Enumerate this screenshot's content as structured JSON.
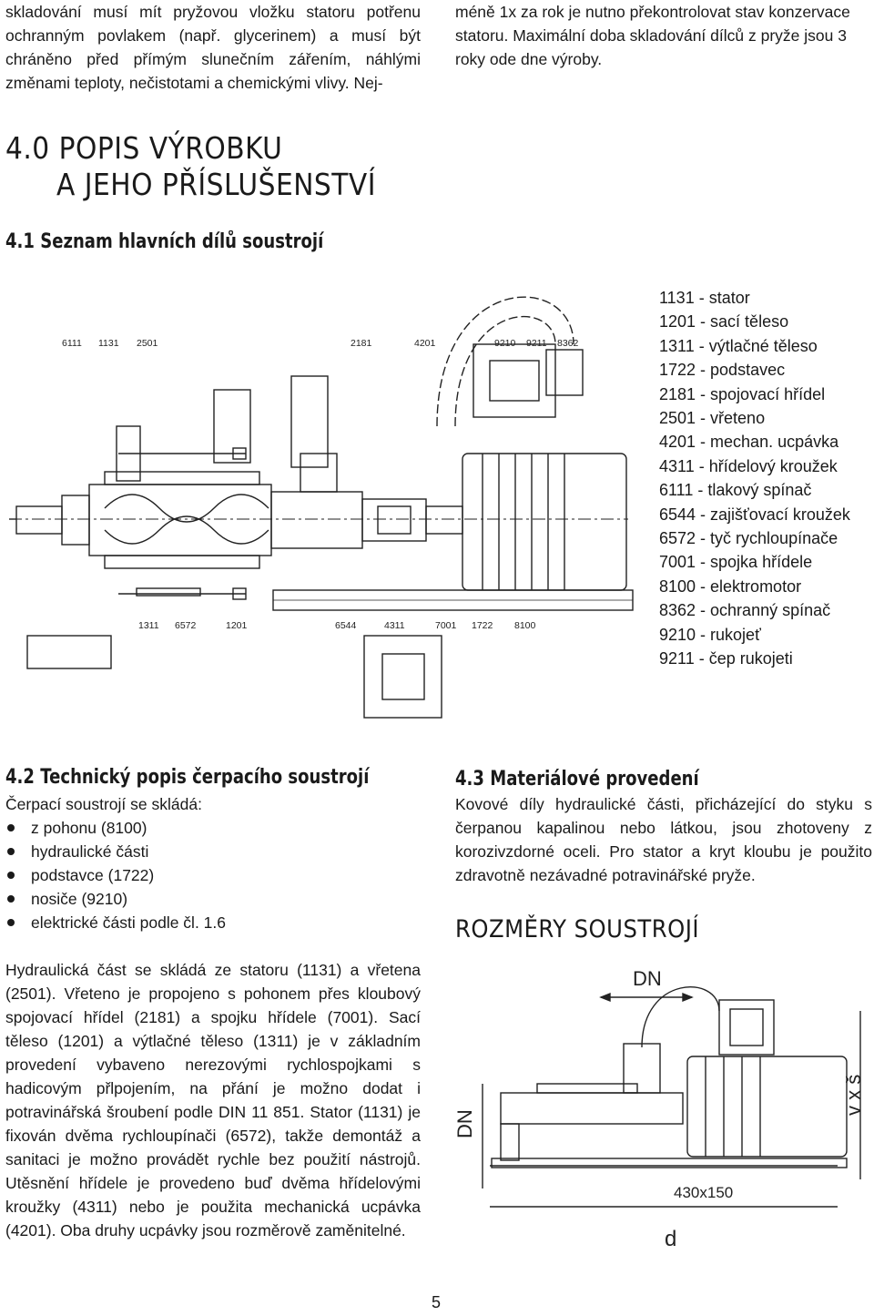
{
  "top_left": "skladování musí mít pryžovou vložku statoru potřenu ochranným povlakem (např. glycerinem) a musí být chráněno před přímým slunečním zářením, náhlými změnami teploty, nečistotami a chemickými vlivy. Nej-",
  "top_right": "méně 1x za rok je nutno překontrolovat stav konzervace statoru. Maximální doba skladování dílců z pryže jsou 3 roky ode dne výroby.",
  "section_title_line1": "4.0 POPIS VÝROBKU",
  "section_title_line2": "A JEHO PŘÍSLUŠENSTVÍ",
  "parts_heading": "4.1 Seznam hlavních dílů soustrojí",
  "parts_list": [
    "1131 - stator",
    "1201 - sací těleso",
    "1311 - výtlačné těleso",
    "1722 - podstavec",
    "2181 - spojovací hřídel",
    "2501 - vřeteno",
    "4201 - mechan. ucpávka",
    "4311 - hřídelový kroužek",
    "6111 - tlakový spínač",
    "6544 - zajišťovací kroužek",
    "6572 - tyč rychloupínače",
    "7001 - spojka hřídele",
    "8100 - elektromotor",
    "8362 - ochranný spínač",
    "9210 - rukojeť",
    "9211 - čep rukojeti"
  ],
  "drawing_labels_top": [
    "6111",
    "1131",
    "2501",
    "2181",
    "4201",
    "9210",
    "9211",
    "8362"
  ],
  "drawing_labels_bottom": [
    "1311",
    "6572",
    "1201",
    "6544",
    "4311",
    "7001",
    "1722",
    "8100"
  ],
  "tech_heading": "4.2 Technický popis čerpacího soustrojí",
  "tech_intro": "Čerpací soustrojí se skládá:",
  "tech_items": [
    "z pohonu (8100)",
    "hydraulické části",
    "podstavce (1722)",
    "nosiče (9210)",
    "elektrické části podle čl. 1.6"
  ],
  "tech_paragraph": "Hydraulická část se skládá ze statoru (1131) a vřetena (2501). Vřeteno je propojeno s pohonem přes kloubový spojovací hřídel (2181) a spojku hřídele (7001). Sací těleso (1201) a výtlačné těleso (1311) je v základním provedení vybaveno nerezovými rychlospojkami s hadicovým přlpojením, na přání je možno dodat i potravinářská šroubení podle DIN 11 851. Stator (1131) je fixován dvěma rychloupínači (6572), takže demontáž a sanitaci je možno provádět rychle bez použití nástrojů. Utěsnění hřídele je provedeno buď dvěma hřídelovými kroužky (4311) nebo je použita mechanická ucpávka (4201). Oba druhy ucpávky jsou rozměrově zaměnitelné.",
  "material_heading": "4.3 Materiálové provedení",
  "material_paragraph": "Kovové díly hydraulické části, přicházející do styku s čerpanou kapalinou nebo látkou, jsou zhotoveny z korozivzdorné oceli. Pro stator a kryt kloubu je použito zdravotně nezávadné potravinářské pryže.",
  "dims_heading": "ROZMĚRY SOUSTROJÍ",
  "dims_labels": {
    "dn_top": "DN",
    "dn_left": "DN",
    "vxs": "v x š",
    "base": "430x150",
    "d": "d"
  },
  "page_number": "5"
}
